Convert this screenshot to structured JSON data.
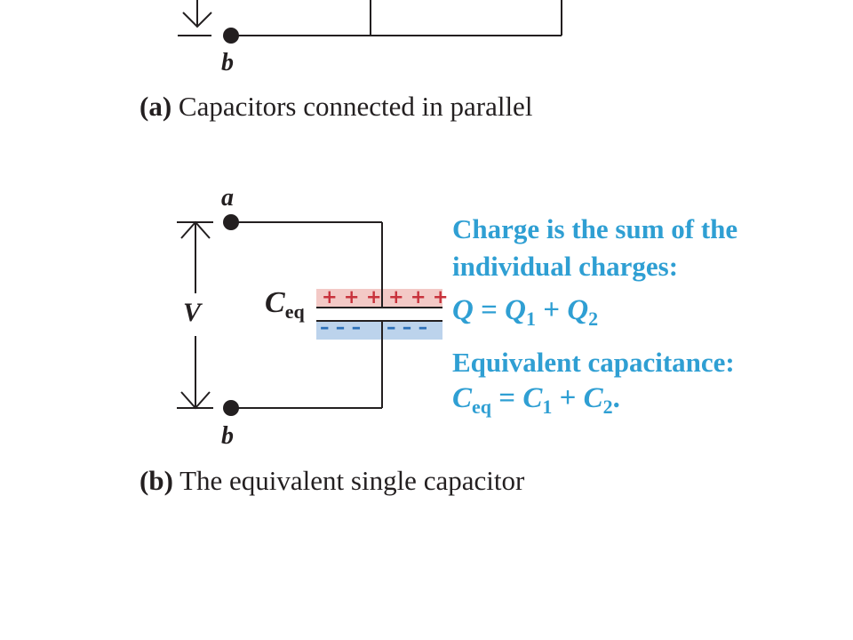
{
  "colors": {
    "line": "#231f20",
    "accent": "#2f9fd3",
    "plus_sign": "#c8323c",
    "minus_sign": "#2b6fb8",
    "plus_band": "#f3c9c6",
    "minus_band": "#bcd3ec"
  },
  "top_fragment": {
    "node_b_label": "b",
    "caption_tag": "(a)",
    "caption_text": " Capacitors connected in parallel"
  },
  "equivalent": {
    "node_a_label": "a",
    "node_b_label": "b",
    "voltage_label": "V",
    "capacitor_label": {
      "main": "C",
      "sub": "eq"
    },
    "plus_signs": "+ + +",
    "minus_signs": "– – –",
    "caption_tag": "(b)",
    "caption_text": " The equivalent single capacitor"
  },
  "notes": {
    "charge_line1": "Charge is the sum of the",
    "charge_line2": "individual charges:",
    "charge_eq": {
      "lhs": "Q",
      "op1": "=",
      "t1": "Q",
      "t1_sub": "1",
      "op2": "+",
      "t2": "Q",
      "t2_sub": "2"
    },
    "cap_heading": "Equivalent capacitance:",
    "cap_eq": {
      "lhs": "C",
      "lhs_sub": "eq",
      "op1": "=",
      "t1": "C",
      "t1_sub": "1",
      "op2": "+",
      "t2": "C",
      "t2_sub": "2",
      "end": "."
    }
  }
}
